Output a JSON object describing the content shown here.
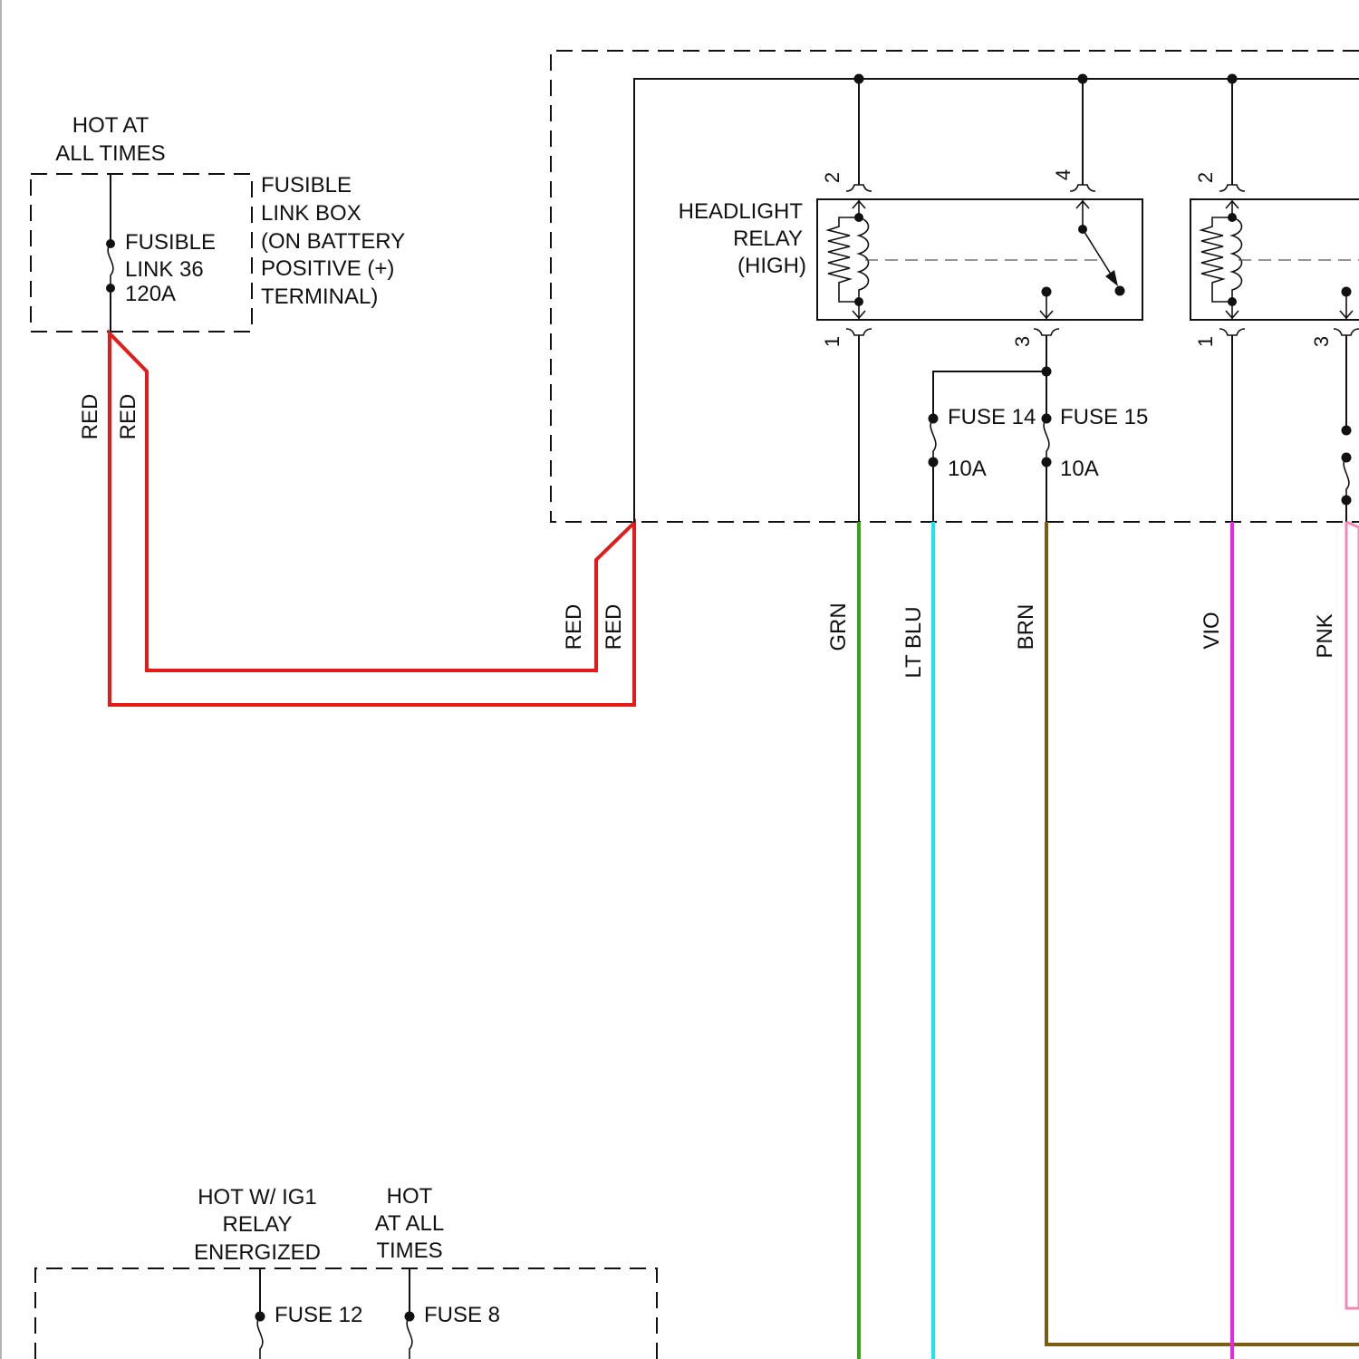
{
  "fusible_link_box": {
    "hot_at_all_times": [
      "HOT AT",
      "ALL TIMES"
    ],
    "title": [
      "FUSIBLE",
      "LINK BOX",
      "(ON BATTERY",
      "POSITIVE (+)",
      "TERMINAL)"
    ],
    "fusible_link": [
      "FUSIBLE",
      "LINK 36",
      "120A"
    ]
  },
  "red_wire": {
    "labels": [
      "RED",
      "RED",
      "RED",
      "RED"
    ],
    "color": "#e31b1b"
  },
  "headlight_relay_high": {
    "name": [
      "HEADLIGHT",
      "RELAY",
      "(HIGH)"
    ],
    "pins": [
      "2",
      "4",
      "1",
      "3"
    ]
  },
  "second_relay": {
    "pins": [
      "2",
      "1",
      "3"
    ]
  },
  "fuses": {
    "fuse14": {
      "name": "FUSE 14",
      "rating": "10A"
    },
    "fuse15": {
      "name": "FUSE 15",
      "rating": "10A"
    }
  },
  "wires": [
    {
      "label": "GRN",
      "color": "#3aa015"
    },
    {
      "label": "LT BLU",
      "color": "#17e6f0"
    },
    {
      "label": "BRN",
      "color": "#7a5d10"
    },
    {
      "label": "VIO",
      "color": "#e428e4"
    },
    {
      "label": "PNK",
      "color": "#f08ab4"
    }
  ],
  "bottom_panel": {
    "hot_ig1": [
      "HOT W/ IG1",
      "RELAY",
      "ENERGIZED"
    ],
    "hot_all": [
      "HOT",
      "AT ALL",
      "TIMES"
    ],
    "fuse12": "FUSE 12",
    "fuse8": "FUSE 8"
  }
}
